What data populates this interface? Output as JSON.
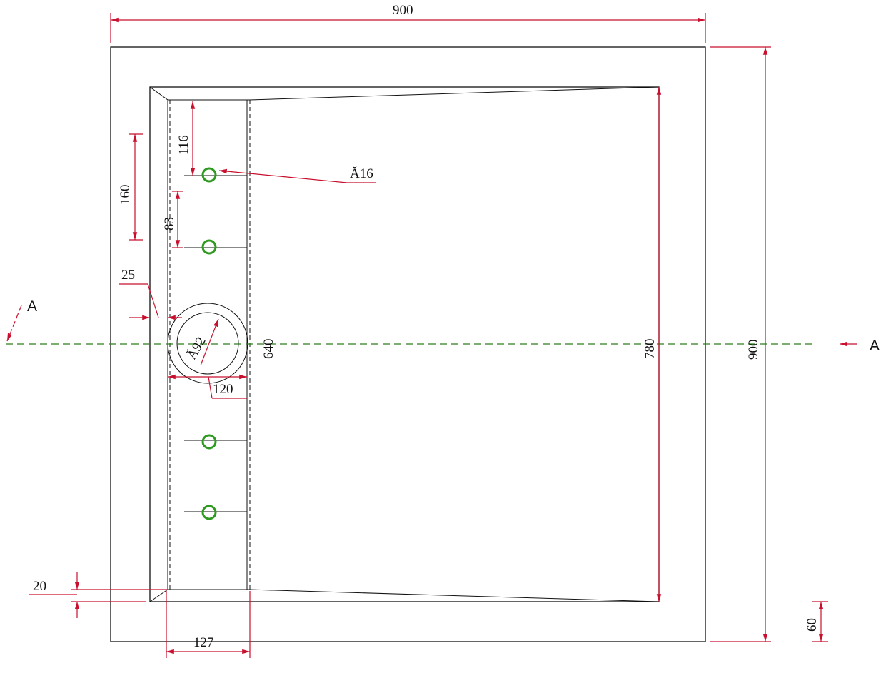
{
  "colors": {
    "dimension": "#c8102e",
    "outline": "#111111",
    "drain_holes": "#2e9a1f",
    "section_axis": "#2e7d1f"
  },
  "dimensions": {
    "overall_width": "900",
    "overall_height": "900",
    "inner_length": "780",
    "channel_length": "640",
    "channel_width": "127",
    "rim_offset": "20",
    "edge_height": "60",
    "hole_spacing_outer": "160",
    "hole_spacing_inner": "83",
    "hole_top_offset": "116",
    "wall_offset": "25",
    "drain_offset": "120",
    "hole_diameter": "Ă16",
    "drain_diameter": "Ă92"
  },
  "section": {
    "left_label": "A",
    "right_label": "A"
  }
}
